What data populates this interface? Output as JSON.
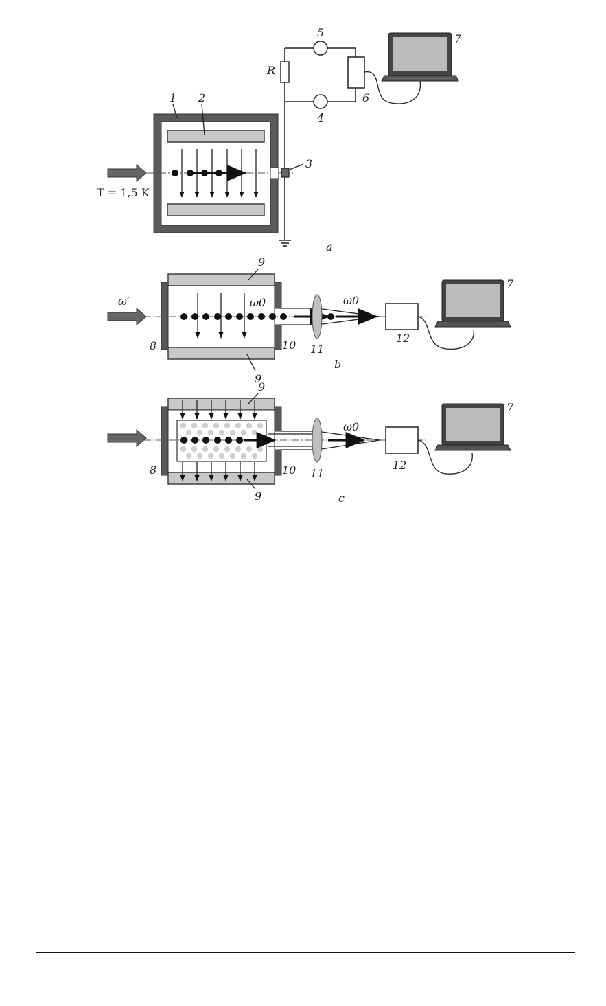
{
  "diagram": {
    "panel_a": {
      "panel_label": "a",
      "temperature_label": "T = 1,5 K",
      "resistor_label": "R",
      "part_labels": [
        "1",
        "2",
        "3",
        "4",
        "5",
        "6",
        "7"
      ]
    },
    "panel_b": {
      "panel_label": "b",
      "input_freq_label": "ω′",
      "cavity_freq_label": "ω0",
      "output_freq_label": "ω0",
      "part_labels": [
        "7",
        "8",
        "9",
        "9",
        "10",
        "11",
        "12"
      ]
    },
    "panel_c": {
      "panel_label": "c",
      "output_freq_label": "ω0",
      "part_labels": [
        "7",
        "8",
        "9",
        "9",
        "10",
        "11",
        "12"
      ]
    }
  },
  "colors": {
    "wall": "#5a5a5a",
    "plate": "#c8c8c8",
    "arrow_fill": "#666666",
    "dot": "#111111",
    "gray_dot": "#cfcfcf"
  }
}
